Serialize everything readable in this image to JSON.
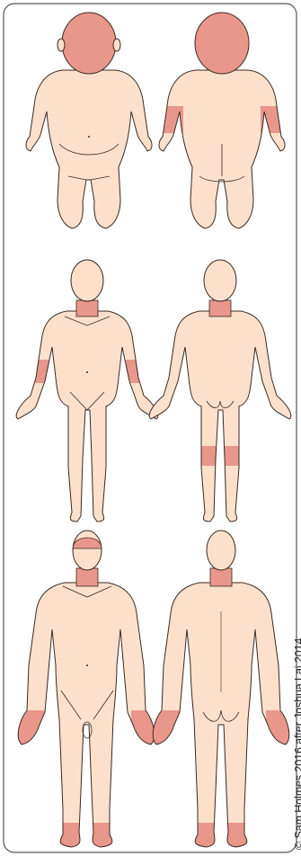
{
  "credit": "© Sam Holmes 2016 after Joshua Lai 2014",
  "colors": {
    "skin": "#fce0cb",
    "affected": "#e8978a",
    "outline": "#3a2a24",
    "frame": "#555555"
  },
  "figures": [
    {
      "age": "infant",
      "view": "front",
      "affected_regions": [
        "face",
        "scalp"
      ]
    },
    {
      "age": "infant",
      "view": "back",
      "affected_regions": [
        "scalp",
        "extensor forearms"
      ]
    },
    {
      "age": "child",
      "view": "front",
      "affected_regions": [
        "neck",
        "flexural elbows"
      ]
    },
    {
      "age": "child",
      "view": "back",
      "affected_regions": [
        "neck",
        "flexural knees"
      ]
    },
    {
      "age": "adult",
      "view": "front",
      "affected_regions": [
        "forehead",
        "neck",
        "hands",
        "feet"
      ]
    },
    {
      "age": "adult",
      "view": "back",
      "affected_regions": [
        "neck",
        "hands",
        "feet"
      ]
    }
  ]
}
